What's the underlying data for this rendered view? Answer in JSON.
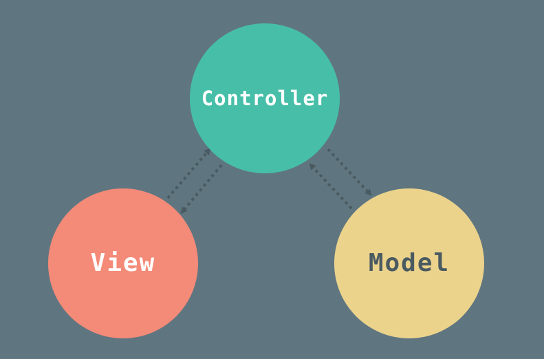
{
  "colors": {
    "background": "#5f7680",
    "connector": "#4a5a61",
    "controller_fill": "#47bfa8",
    "controller_text": "#ffffff",
    "view_fill": "#f48a78",
    "view_text": "#ffffff",
    "model_fill": "#ecd38c",
    "model_text": "#4a5a61"
  },
  "nodes": {
    "controller": {
      "label": "Controller"
    },
    "view": {
      "label": "View"
    },
    "model": {
      "label": "Model"
    }
  },
  "edges": [
    {
      "from": "view",
      "to": "controller",
      "style": "dotted",
      "arrow": "end"
    },
    {
      "from": "controller",
      "to": "view",
      "style": "dotted",
      "arrow": "end"
    },
    {
      "from": "model",
      "to": "controller",
      "style": "dotted",
      "arrow": "end"
    },
    {
      "from": "controller",
      "to": "model",
      "style": "dotted",
      "arrow": "end"
    }
  ]
}
